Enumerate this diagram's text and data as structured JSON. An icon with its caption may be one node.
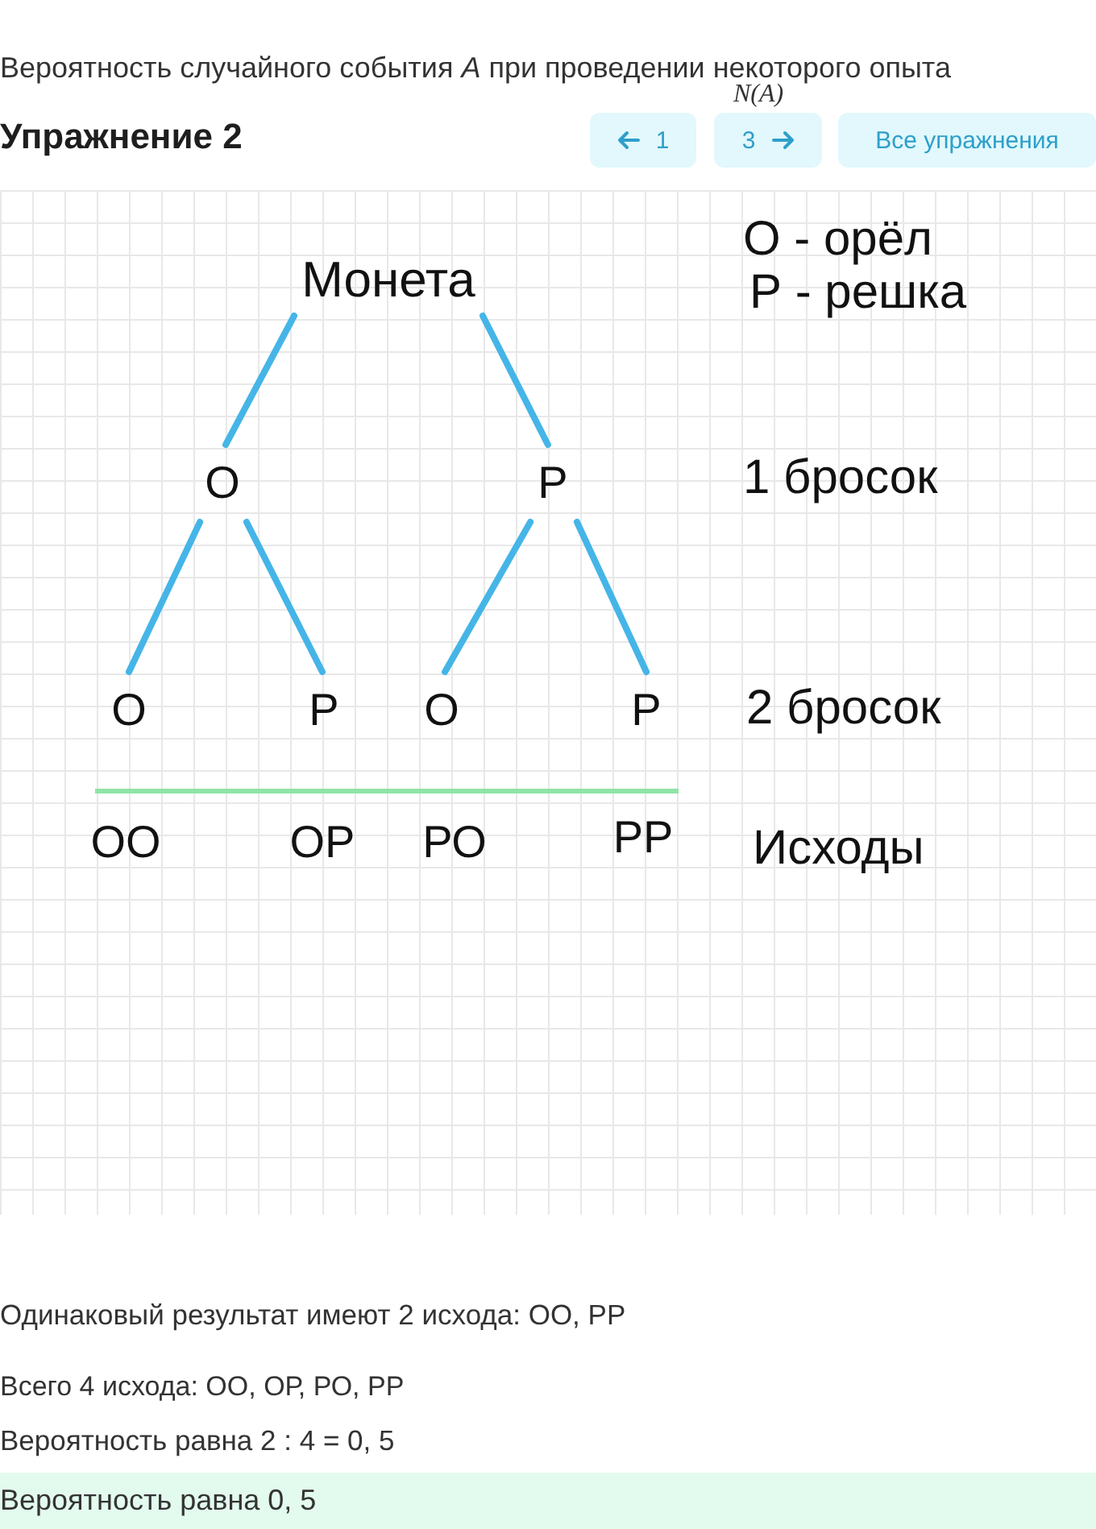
{
  "diagram": {
    "title": "Упражнение 2",
    "nodes": [
      {
        "text": [
          "Монета"
        ]
      },
      {
        "text": [
          "О"
        ]
      },
      {
        "text": [
          "Р"
        ]
      },
      {
        "text": [
          "О"
        ]
      },
      {
        "text": [
          "Р"
        ]
      },
      {
        "text": [
          "О"
        ]
      },
      {
        "text": [
          "Р"
        ]
      }
    ],
    "edges": [
      {
        "from": 0,
        "to": 1,
        "arrow": "none"
      },
      {
        "from": 0,
        "to": 2,
        "arrow": "none"
      },
      {
        "from": 1,
        "to": 3,
        "arrow": "none"
      },
      {
        "from": 1,
        "to": 4,
        "arrow": "none"
      },
      {
        "from": 2,
        "to": 5,
        "arrow": "none"
      },
      {
        "from": 2,
        "to": 6,
        "arrow": "none"
      }
    ],
    "labels": [
      "Вероятность случайного события *A* при проведении некоторого опыта",
      "N(A)",
      "1",
      "3",
      "Все упражнения",
      "О - орёл",
      "Р - решка",
      "1 бросок",
      "2 бросок",
      "ОО",
      "ОР",
      "РО",
      "РР",
      "Исходы",
      "Одинаковый результат имеют 2 исхода: ОО, РР",
      "Всего 4 исхода: ОО, ОР, РО, РР",
      "Вероятность равна 2 : 4 = 0, 5",
      "Вероятность равна 0, 5"
    ]
  }
}
